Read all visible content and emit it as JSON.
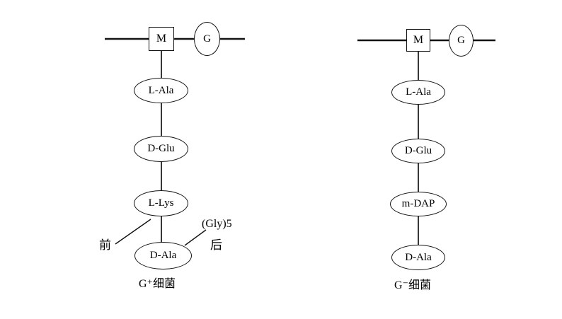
{
  "left_diagram": {
    "backbone": {
      "m_label": "M",
      "g_label": "G"
    },
    "chain": [
      "L-Ala",
      "D-Glu",
      "L-Lys",
      "D-Ala"
    ],
    "annotations": {
      "front": "前",
      "gly5": "(Gly)5",
      "back": "后"
    },
    "caption": "G⁺细菌"
  },
  "right_diagram": {
    "backbone": {
      "m_label": "M",
      "g_label": "G"
    },
    "chain": [
      "L-Ala",
      "D-Glu",
      "m-DAP",
      "D-Ala"
    ],
    "caption": "G⁻细菌"
  },
  "colors": {
    "line": "#141414",
    "background": "#ffffff"
  }
}
